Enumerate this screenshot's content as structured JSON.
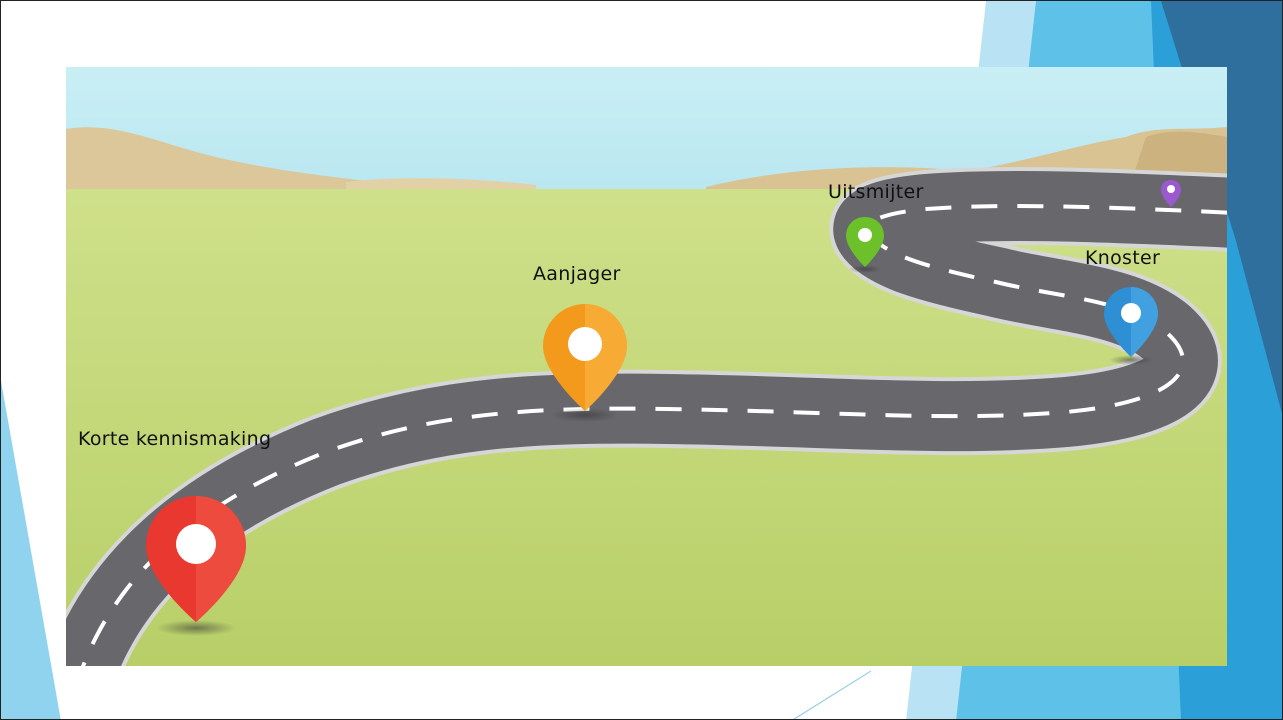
{
  "slide": {
    "milestones": [
      {
        "label": "Korte kennismaking",
        "pin_color": "#e8382f",
        "icon": "map-pin-icon"
      },
      {
        "label": "Aanjager",
        "pin_color": "#f39a1c",
        "icon": "map-pin-icon"
      },
      {
        "label": "Uitsmijter",
        "pin_color": "#6cc02a",
        "icon": "map-pin-icon"
      },
      {
        "label": "Knoster",
        "pin_color": "#2e8fd4",
        "icon": "map-pin-icon"
      },
      {
        "label": "",
        "pin_color": "#9b59d0",
        "icon": "map-pin-icon"
      }
    ]
  },
  "colors": {
    "sky": "#c4ecf2",
    "grass": "#c7d97a",
    "road": "#6b6b70",
    "accent_blue": "#1da1d8"
  }
}
